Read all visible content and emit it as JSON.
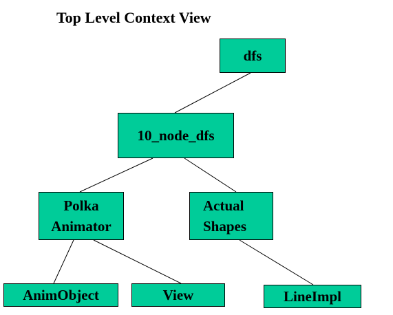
{
  "diagram": {
    "title": "Top Level Context View",
    "nodes": {
      "dfs": "dfs",
      "ten_node_dfs": "10_node_dfs",
      "polka_animator": "Polka\nAnimator",
      "actual_shapes": "Actual\nShapes",
      "anim_object": "AnimObject",
      "view": "View",
      "line_impl": "LineImpl"
    },
    "node_color": "#00cc99",
    "line_color": "#000000"
  }
}
